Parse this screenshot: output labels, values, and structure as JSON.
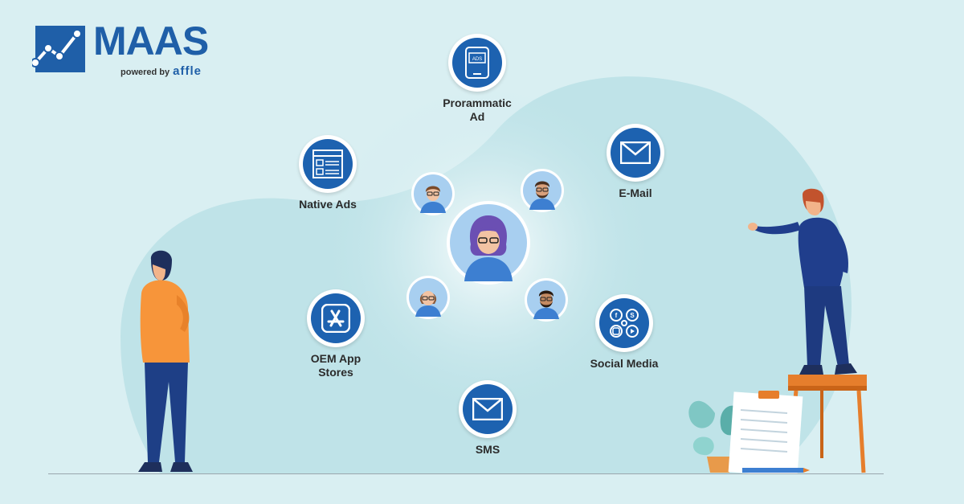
{
  "brand": {
    "name": "MAAS",
    "powered_by": "powered by",
    "partner": "affle"
  },
  "channels": {
    "programmatic": {
      "label_line1": "Prorammatic",
      "label_line2": "Ad",
      "icon": "ads-phone-icon"
    },
    "email": {
      "label": "E-Mail",
      "icon": "envelope-icon"
    },
    "native": {
      "label": "Native Ads",
      "icon": "native-ads-icon"
    },
    "oem": {
      "label_line1": "OEM App",
      "label_line2": "Stores",
      "icon": "app-store-icon"
    },
    "social": {
      "label": "Social Media",
      "icon": "social-media-icon"
    },
    "sms": {
      "label": "SMS",
      "icon": "envelope-icon"
    }
  },
  "ads_icon_text": "ADS",
  "colors": {
    "primary": "#1d62b0",
    "background": "#d9eff2",
    "blob": "#bfe3e8",
    "avatar_bg": "#a8cff0"
  }
}
